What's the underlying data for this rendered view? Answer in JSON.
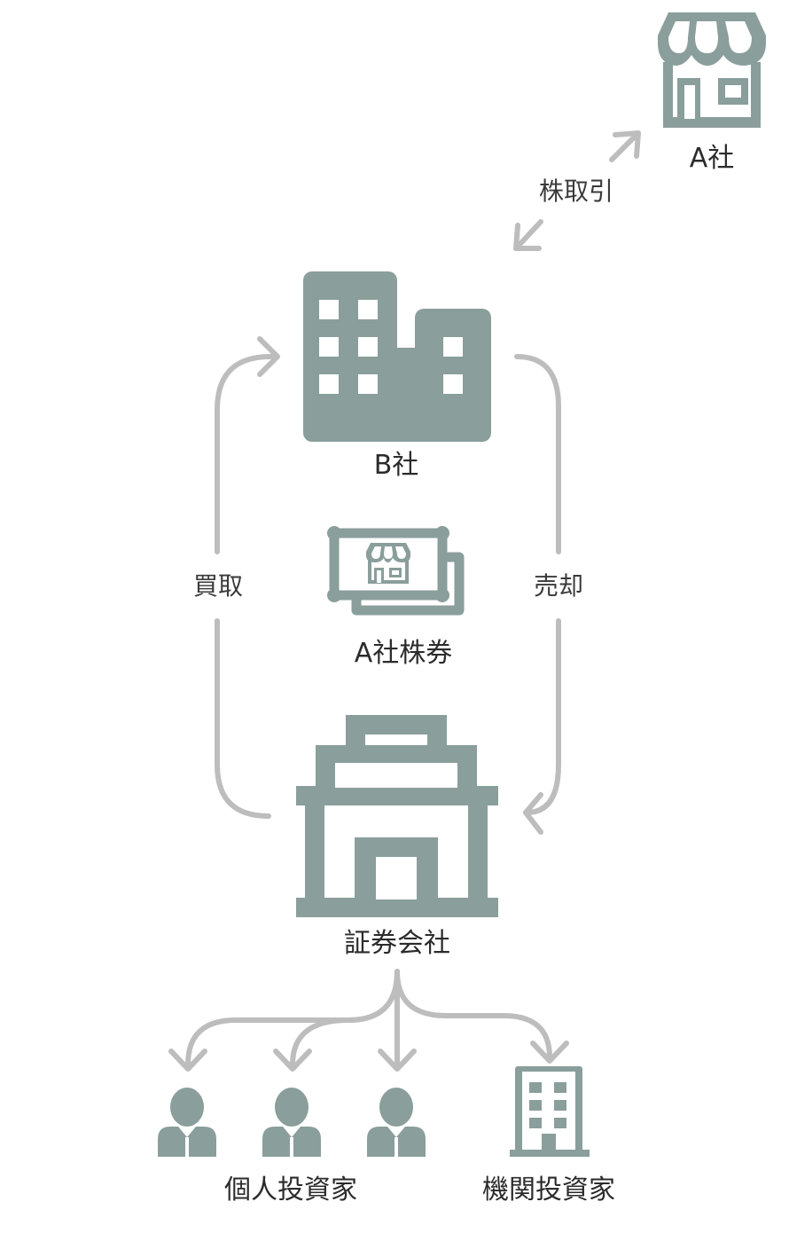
{
  "colors": {
    "icon": "#8a9e9b",
    "arrow": "#bdbdbd",
    "text": "#2b2b2b",
    "background": "#ffffff"
  },
  "nodes": {
    "company_a": {
      "label": "A社",
      "icon": "storefront-icon"
    },
    "company_b": {
      "label": "B社",
      "icon": "office-building-icon"
    },
    "stock_certificate": {
      "label": "A社株券",
      "icon": "stock-certificate-icon"
    },
    "securities_firm": {
      "label": "証券会社",
      "icon": "securities-building-icon"
    },
    "individual_investors": {
      "label": "個人投資家",
      "icon": "person-icon",
      "count": 3
    },
    "institutional_investors": {
      "label": "機関投資家",
      "icon": "tall-building-icon"
    }
  },
  "edges": {
    "stock_trade": {
      "label": "株取引"
    },
    "purchase": {
      "label": "買取"
    },
    "sale": {
      "label": "売却"
    }
  }
}
